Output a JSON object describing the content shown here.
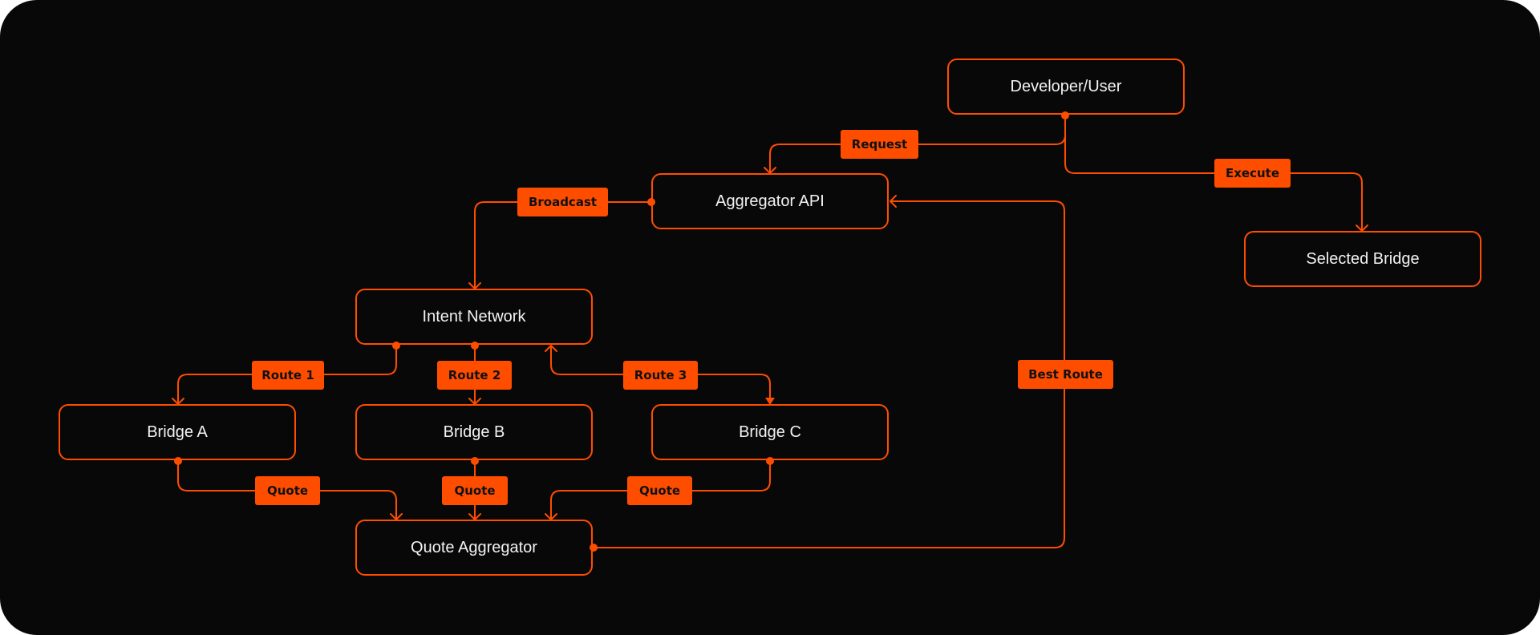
{
  "colors": {
    "background": "#080808",
    "accent": "#ff4d00",
    "node_text": "#f2f2f2",
    "label_text": "#111111"
  },
  "nodes": {
    "developer": "Developer/User",
    "aggregator_api": "Aggregator API",
    "selected_bridge": "Selected Bridge",
    "intent_network": "Intent Network",
    "bridge_a": "Bridge A",
    "bridge_b": "Bridge B",
    "bridge_c": "Bridge C",
    "quote_aggregator": "Quote Aggregator"
  },
  "edges": {
    "request": "Request",
    "execute": "Execute",
    "broadcast": "Broadcast",
    "route1": "Route 1",
    "route2": "Route 2",
    "route3": "Route 3",
    "quote_a": "Quote",
    "quote_b": "Quote",
    "quote_c": "Quote",
    "best_route": "Best Route"
  }
}
